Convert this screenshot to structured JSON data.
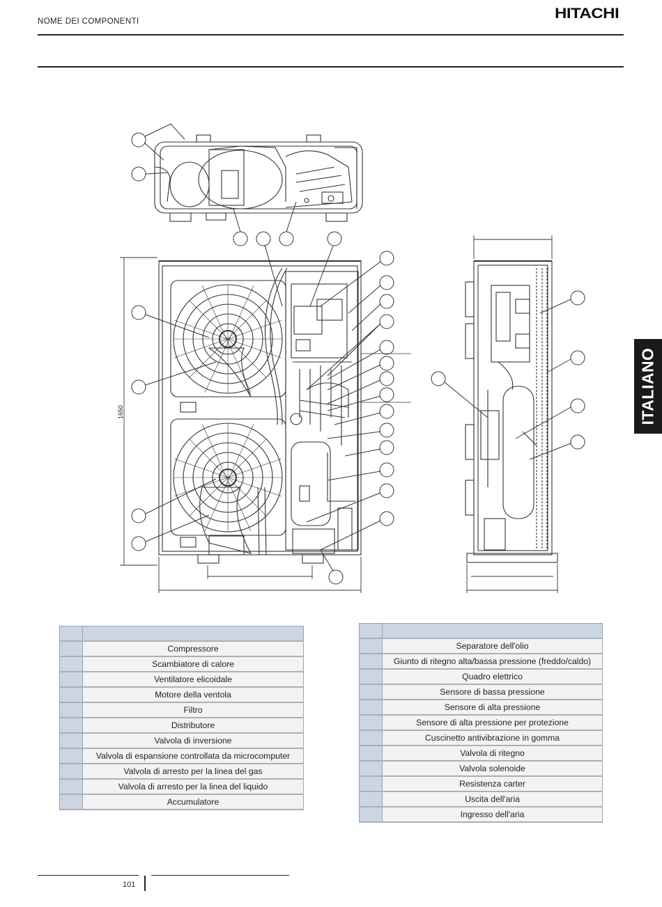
{
  "header": {
    "section_title": "NOME DEI COMPONENTI",
    "brand": "HITACHI"
  },
  "side_tab": {
    "label": "ITALIANO"
  },
  "drawing": {
    "height_dimension": "1650"
  },
  "table_left": {
    "rows": [
      "Compressore",
      "Scambiatore di calore",
      "Ventilatore elicoidale",
      "Motore della ventola",
      "Filtro",
      "Distributore",
      "Valvola di inversione",
      "Valvola di espansione controllata da microcomputer",
      "Valvola di arresto per la linea del gas",
      "Valvola di arresto per la linea del liquido",
      "Accumulatore"
    ]
  },
  "table_right": {
    "rows": [
      "Separatore dell'olio",
      "Giunto di ritegno alta/bassa pressione (freddo/caldo)",
      "Quadro elettrico",
      "Sensore di bassa pressione",
      "Sensore di alta pressione",
      "Sensore di alta pressione per protezione",
      "Cuscinetto antivibrazione in gomma",
      "Valvola di ritegno",
      "Valvola solenoide",
      "Resistenza carter",
      "Uscita dell'aria",
      "Ingresso dell'aria"
    ]
  },
  "footer": {
    "page_number": "101"
  }
}
